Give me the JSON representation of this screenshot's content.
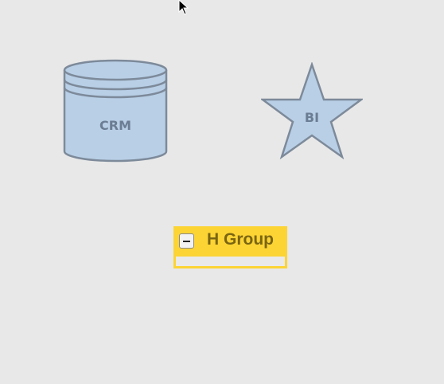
{
  "nodes": {
    "crm": {
      "label": "CRM",
      "shape": "cylinder",
      "fill": "#b8cfe6",
      "stroke": "#7d8a9a"
    },
    "bi": {
      "label": "BI",
      "shape": "star",
      "fill": "#b8cfe6",
      "stroke": "#7d8a9a"
    }
  },
  "group": {
    "title": "H Group",
    "expanded": true,
    "collapse_icon": "minus-icon",
    "color": "#fcd434"
  },
  "cursor": {
    "icon": "arrow-cursor-icon"
  },
  "colors": {
    "background": "#e8e8e8",
    "label_text": "#6b7d92",
    "group_text": "#7a6512"
  }
}
